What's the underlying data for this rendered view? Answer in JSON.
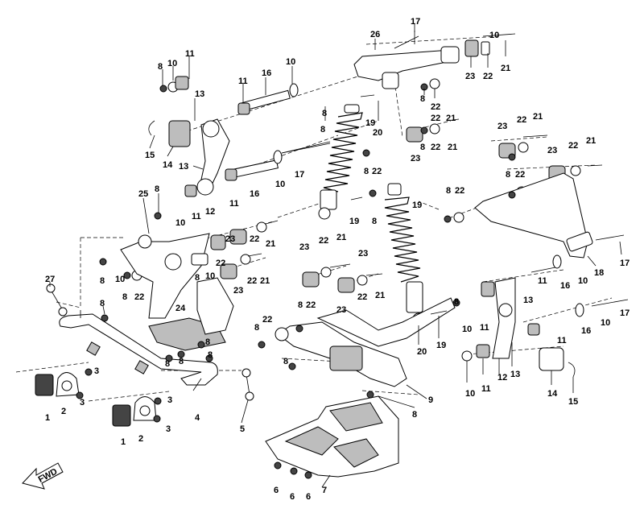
{
  "callouts": [
    "1",
    "2",
    "3",
    "4",
    "5",
    "6",
    "7",
    "8",
    "9",
    "10",
    "11",
    "12",
    "13",
    "14",
    "15",
    "16",
    "17",
    "18",
    "19",
    "20",
    "21",
    "22",
    "23",
    "24",
    "25",
    "26",
    "27"
  ],
  "fwd_label": "FWD"
}
